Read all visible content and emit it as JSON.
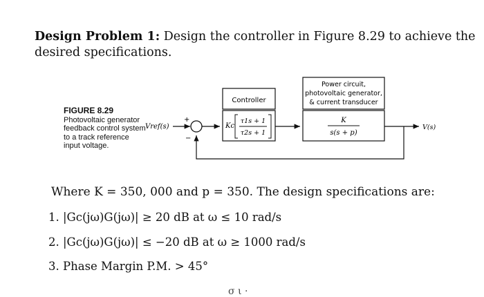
{
  "problem": {
    "title": "Design Problem 1:",
    "text": "Design the controller in Figure 8.29 to achieve the desired specifications."
  },
  "figure": {
    "caption_title": "FIGURE 8.29",
    "caption_text": "Photovoltaic generator feedback control system to a track reference input voltage.",
    "input_label": "Vref(s)",
    "output_label": "V(s)",
    "sum_plus": "+",
    "sum_minus": "−",
    "controller_label": "Controller",
    "controller_gain": "Kc",
    "controller_num": "τ1s + 1",
    "controller_den": "τ2s + 1",
    "plant_label_line1": "Power circuit,",
    "plant_label_line2": "photovoltaic generator,",
    "plant_label_line3": "& current transducer",
    "plant_num": "K",
    "plant_den": "s(s + p)"
  },
  "where_text": "Where K = 350, 000 and p = 350. The design specifications are:",
  "specs": [
    {
      "num": "1.",
      "text": "|Gc(jω)G(jω)| ≥ 20 dB at ω ≤ 10 rad/s"
    },
    {
      "num": "2.",
      "text": "|Gc(jω)G(jω)| ≤ −20 dB at ω ≥ 1000 rad/s"
    },
    {
      "num": "3.",
      "text": "Phase Margin P.M. > 45°"
    }
  ],
  "cutoff_text": "σ  ι  ·"
}
